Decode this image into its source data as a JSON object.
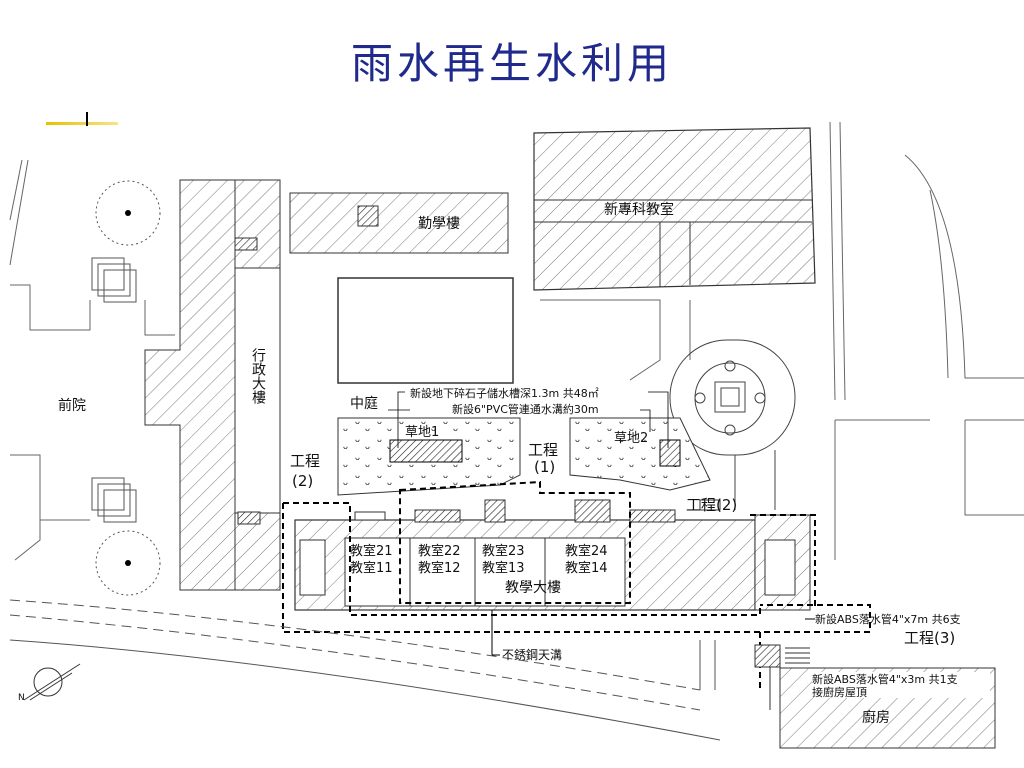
{
  "title": "雨水再生水利用",
  "labels": {
    "front_yard": "前院",
    "admin_building": "行政大樓",
    "qinxue_building": "勤學樓",
    "vocational_building": "新專科教室",
    "courtyard": "中庭",
    "lawn1": "草地1",
    "lawn2": "草地2",
    "project1_a": "工程",
    "project1_b": "(1)",
    "project2_left_a": "工程",
    "project2_left_b": "(2)",
    "project2_right": "工程(2)",
    "project3": "工程(3)",
    "teaching_building": "教學大樓",
    "kitchen": "廚房",
    "stainless_gutter": "不銹鋼天溝"
  },
  "classrooms": [
    {
      "top": "教室21",
      "bottom": "教室11"
    },
    {
      "top": "教室22",
      "bottom": "教室12"
    },
    {
      "top": "教室23",
      "bottom": "教室13"
    },
    {
      "top": "教室24",
      "bottom": "教室14"
    }
  ],
  "notes": {
    "gravel_tank": "新設地下碎石子儲水槽深1.3m 共48㎡",
    "pvc_pipe": "新設6\"PVC管連通水溝約30m",
    "abs_pipe_6": "新設ABS落水管4\"x7m 共6支",
    "abs_pipe_1_line1": "新設ABS落水管4\"x3m 共1支",
    "abs_pipe_1_line2": "接廚房屋頂"
  }
}
